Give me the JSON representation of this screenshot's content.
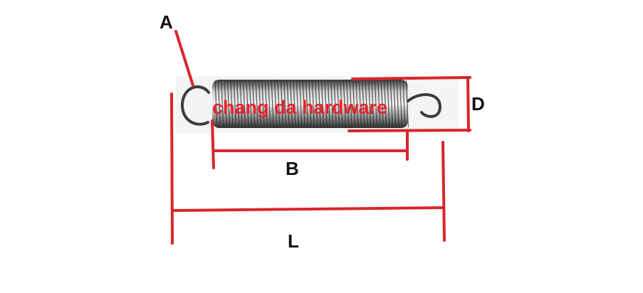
{
  "labels": {
    "hook_diameter": "A",
    "body_length": "B",
    "outer_diameter": "D",
    "total_length": "L"
  },
  "watermark": "chang da hardware",
  "colors": {
    "dimension_lines": "#d7262c",
    "watermark": "#e8242c",
    "label_text": "#111111",
    "spring_metal": "#5a5a5a"
  }
}
